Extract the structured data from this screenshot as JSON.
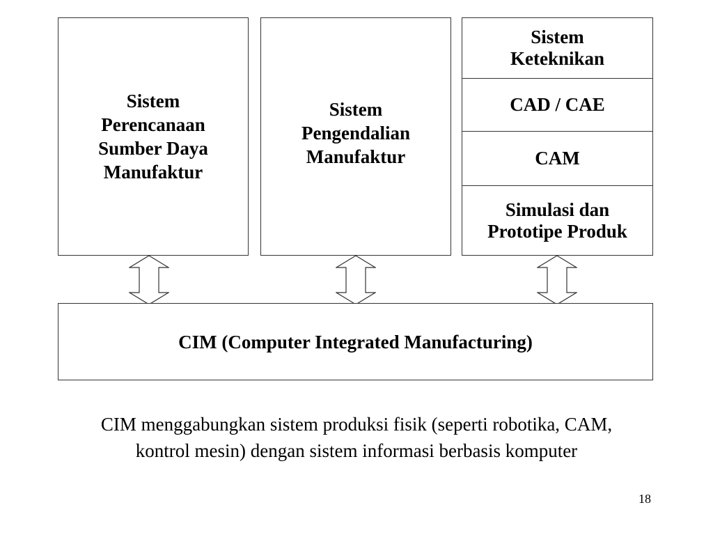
{
  "boxes": {
    "planning": {
      "lines": [
        "Sistem",
        "Perencanaan",
        "Sumber Daya",
        "Manufaktur"
      ]
    },
    "control": {
      "lines": [
        "Sistem",
        "Pengendalian",
        "Manufaktur"
      ]
    },
    "engineering": {
      "header_lines": [
        "Sistem",
        "Keteknikan"
      ],
      "items": [
        {
          "label": "CAD / CAE"
        },
        {
          "label": "CAM"
        },
        {
          "lines": [
            "Simulasi dan",
            "Prototipe Produk"
          ]
        }
      ]
    },
    "cim": {
      "label": "CIM (Computer Integrated Manufacturing)"
    }
  },
  "caption": {
    "lines": [
      "CIM menggabungkan sistem produksi fisik (seperti robotika, CAM,",
      "kontrol mesin) dengan sistem informasi berbasis komputer"
    ]
  },
  "page_number": "18",
  "colors": {
    "border": "#333333",
    "text": "#000000",
    "background": "#ffffff"
  },
  "icons": [
    "double-headed-arrow-icon"
  ]
}
